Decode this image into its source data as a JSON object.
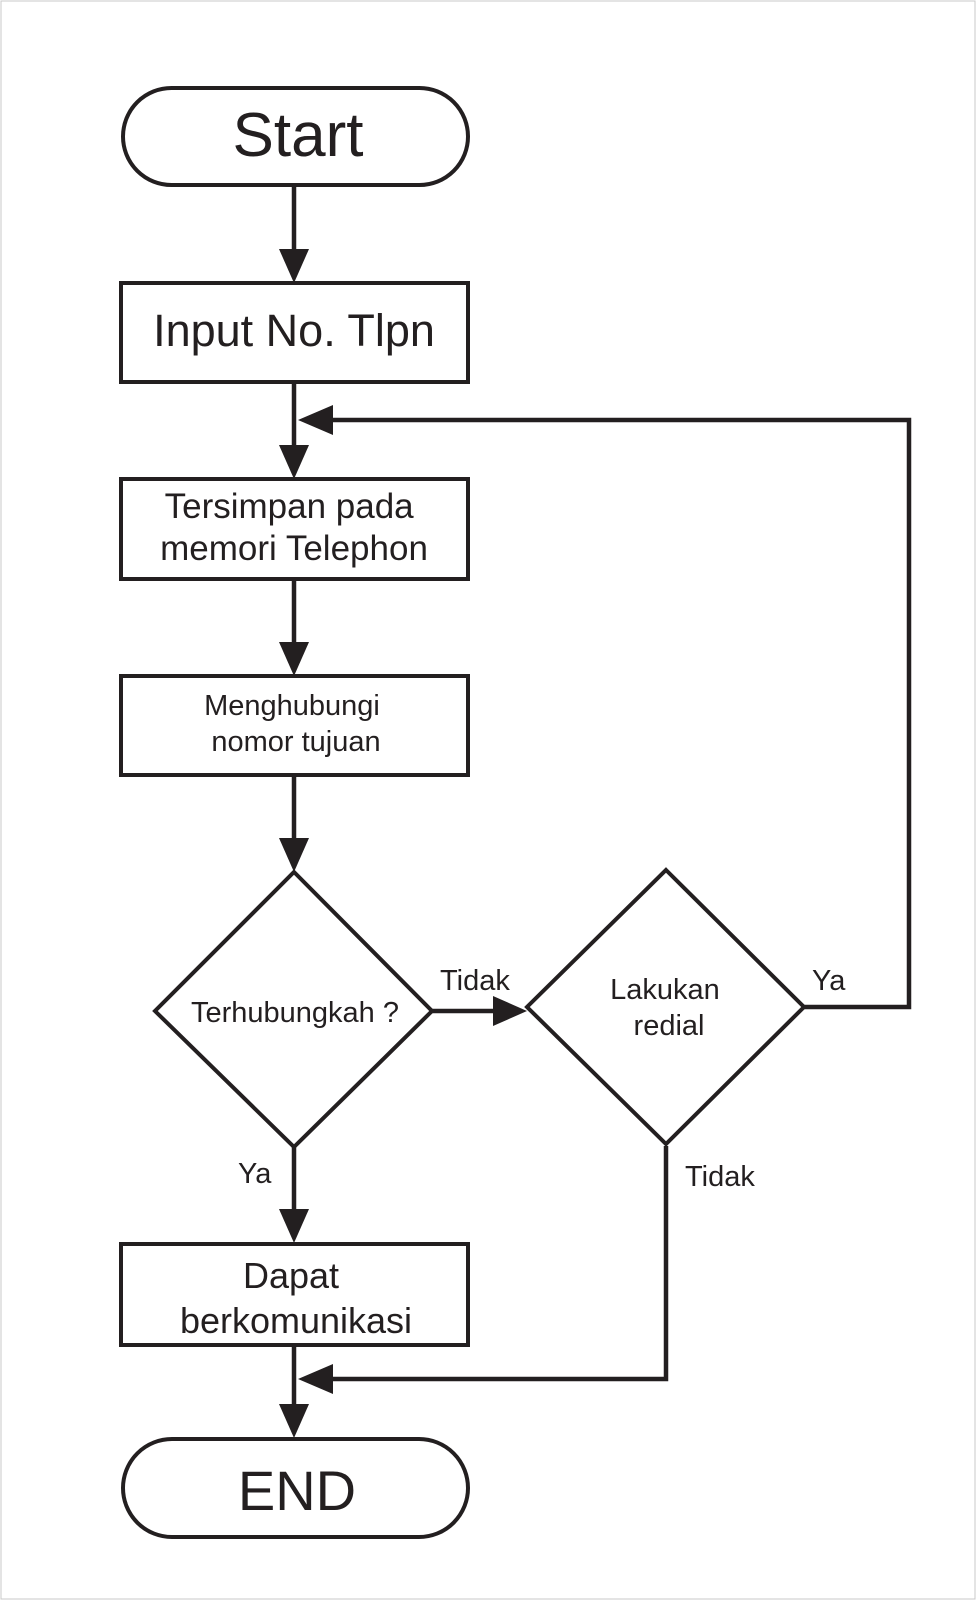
{
  "diagram": {
    "stroke_color": "#231f20",
    "background_color": "#ffffff",
    "nodes": {
      "start": {
        "shape": "terminator",
        "lines": [
          "Start"
        ]
      },
      "input": {
        "shape": "process",
        "lines": [
          "Input No. Tlpn"
        ]
      },
      "store": {
        "shape": "process",
        "lines": [
          "Tersimpan pada",
          "memori Telephon"
        ]
      },
      "dial": {
        "shape": "process",
        "lines": [
          "Menghubungi",
          "nomor tujuan"
        ]
      },
      "connected": {
        "shape": "decision",
        "lines": [
          "Terhubungkah ?"
        ]
      },
      "redial": {
        "shape": "decision",
        "lines": [
          "Lakukan",
          "redial"
        ]
      },
      "communicate": {
        "shape": "process",
        "lines": [
          "Dapat",
          "berkomunikasi"
        ]
      },
      "end": {
        "shape": "terminator",
        "lines": [
          "END"
        ]
      }
    },
    "edges": [
      {
        "from": "start",
        "to": "input",
        "label": ""
      },
      {
        "from": "input",
        "to": "store",
        "label": ""
      },
      {
        "from": "store",
        "to": "dial",
        "label": ""
      },
      {
        "from": "dial",
        "to": "connected",
        "label": ""
      },
      {
        "from": "connected",
        "to": "redial",
        "label": "Tidak"
      },
      {
        "from": "connected",
        "to": "communicate",
        "label": "Ya"
      },
      {
        "from": "redial",
        "to": "store",
        "label": "Ya"
      },
      {
        "from": "redial",
        "to": "end",
        "label": "Tidak"
      },
      {
        "from": "communicate",
        "to": "end",
        "label": ""
      }
    ]
  }
}
